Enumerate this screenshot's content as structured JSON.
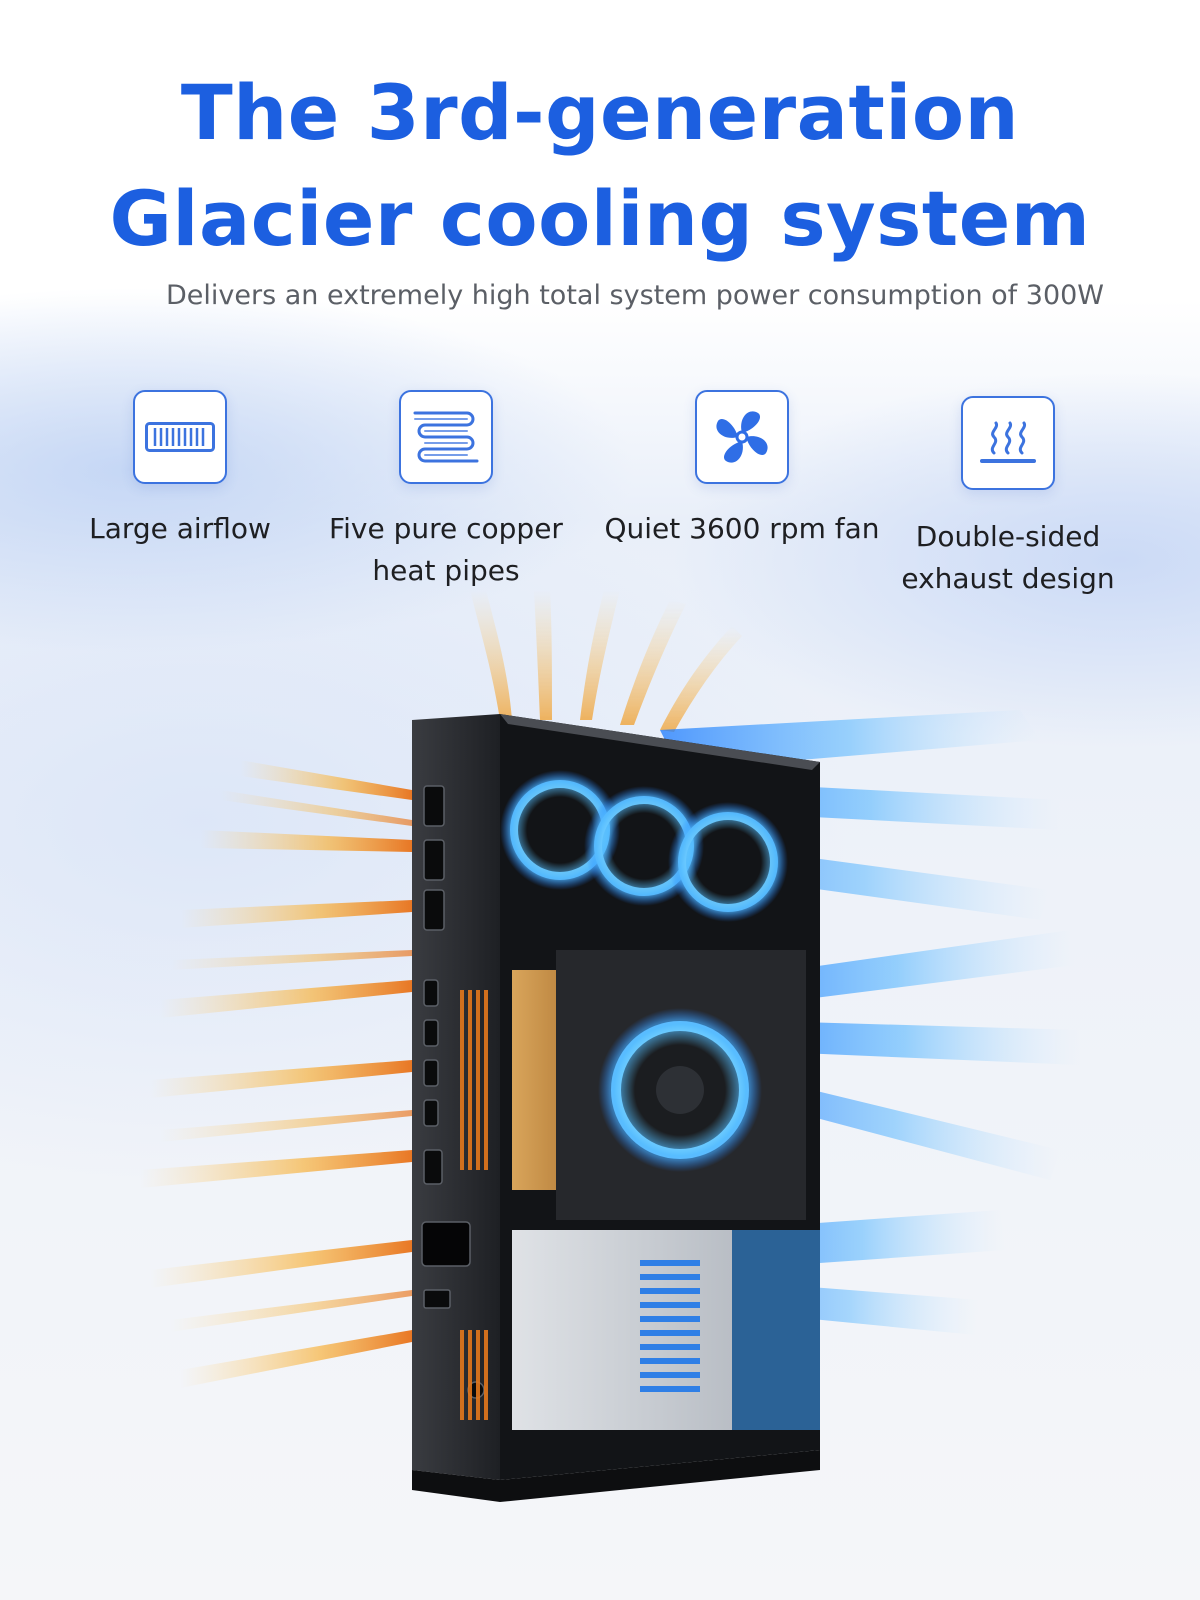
{
  "header": {
    "title": "The 3rd-generation Glacier cooling system",
    "subtitle": "Delivers an extremely high total system power consumption of 300W"
  },
  "features": [
    {
      "label": "Large airflow",
      "icon": "airflow-grille-icon"
    },
    {
      "label": "Five pure copper heat pipes",
      "icon": "heat-pipes-icon"
    },
    {
      "label": "Quiet 3600 rpm fan",
      "icon": "fan-icon"
    },
    {
      "label": "Double-sided exhaust design",
      "icon": "heat-exhaust-icon"
    }
  ],
  "colors": {
    "accent": "#1c5fe0",
    "icon_stroke": "#3c73df",
    "warm_airflow": "#f5a623",
    "cool_airflow": "#2f9bff",
    "chassis": "#2a2c30"
  }
}
